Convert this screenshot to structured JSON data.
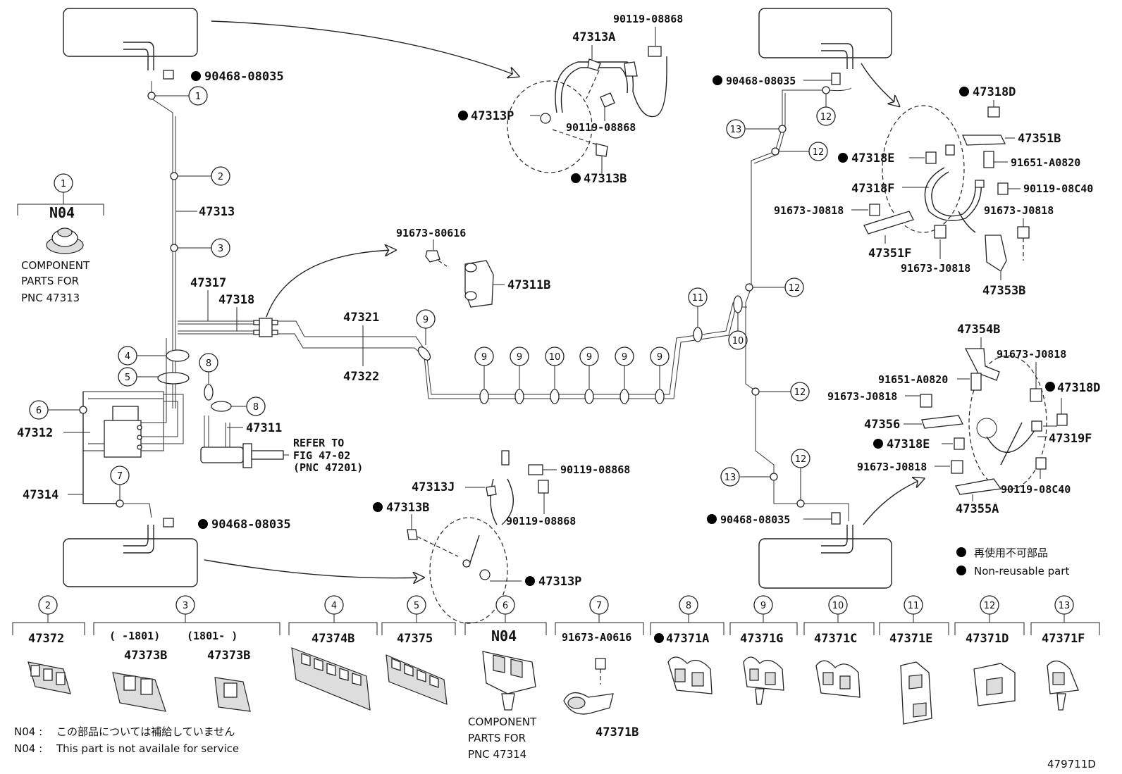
{
  "diagram_id": "479711D",
  "callouts": {
    "c1": "1",
    "c2": "2",
    "c3": "3",
    "c4": "4",
    "c5": "5",
    "c6": "6",
    "c7": "7",
    "c8": "8",
    "c9": "9",
    "c10": "10",
    "c11": "11",
    "c12": "12",
    "c13": "13"
  },
  "left_assembly": {
    "p47313": "47313",
    "p47317": "47317",
    "p47318": "47318",
    "p47312": "47312",
    "p47314": "47314",
    "p47311": "47311",
    "p47321": "47321",
    "p47322": "47322",
    "bolt_top": "90468-08035",
    "bolt_bottom": "90468-08035",
    "refer": [
      "REFER TO",
      "FIG 47-02",
      "(PNC 47201)"
    ]
  },
  "n04_component": {
    "code": "N04",
    "desc": [
      "COMPONENT",
      "PARTS FOR",
      "PNC 47313"
    ]
  },
  "top_detail": {
    "p47313A": "47313A",
    "b1": "90119-08868",
    "b2": "90119-08868",
    "p47313P": "47313P",
    "p47313B": "47313B"
  },
  "clamp_detail": {
    "bolt": "91673-80616",
    "p47311B": "47311B"
  },
  "bottom_detail": {
    "p47313J": "47313J",
    "b1": "90119-08868",
    "b2": "90119-08868",
    "p47313B": "47313B",
    "p47313P": "47313P"
  },
  "right_top_detail": {
    "p47318D": "47318D",
    "p47351B": "47351B",
    "p47318E": "47318E",
    "b91651": "91651-A0820",
    "p47318F": "47318F",
    "b08C40": "90119-08C40",
    "b91673a": "91673-J0818",
    "b91673b": "91673-J0818",
    "p47351F": "47351F",
    "b91673c": "91673-J0818",
    "p47353B": "47353B"
  },
  "right_bottom_detail": {
    "p47354B": "47354B",
    "b91673a": "91673-J0818",
    "b91651": "91651-A0820",
    "p47318D": "47318D",
    "b91673b": "91673-J0818",
    "p47356": "47356",
    "p47319F": "47319F",
    "p47318E": "47318E",
    "b91673c": "91673-J0818",
    "b08C40": "90119-08C40",
    "p47355A": "47355A"
  },
  "right_pipe": {
    "bolt_top": "90468-08035",
    "bolt_bottom": "90468-08035"
  },
  "legend": {
    "jp": "再使用不可部品",
    "en": "Non-reusable part"
  },
  "bottom_row": {
    "items": [
      {
        "num": "2",
        "part": "47372"
      },
      {
        "num": "3",
        "range_a": "(     -1801)",
        "range_b": "(1801-     )",
        "part_a": "47373B",
        "part_b": "47373B"
      },
      {
        "num": "4",
        "part": "47374B"
      },
      {
        "num": "5",
        "part": "47375"
      },
      {
        "num": "6",
        "part": "N04",
        "desc": [
          "COMPONENT",
          "PARTS FOR",
          "PNC 47314"
        ]
      },
      {
        "num": "7",
        "part": "91673-A0616",
        "sub": "47371B"
      },
      {
        "num": "8",
        "part": "47371A"
      },
      {
        "num": "9",
        "part": "47371G"
      },
      {
        "num": "10",
        "part": "47371C"
      },
      {
        "num": "11",
        "part": "47371E"
      },
      {
        "num": "12",
        "part": "47371D"
      },
      {
        "num": "13",
        "part": "47371F"
      }
    ]
  },
  "notes": {
    "jp_prefix": "N04 :",
    "jp": "この部品については補給していません",
    "en_prefix": "N04 :",
    "en": "This part is not availale for service"
  }
}
